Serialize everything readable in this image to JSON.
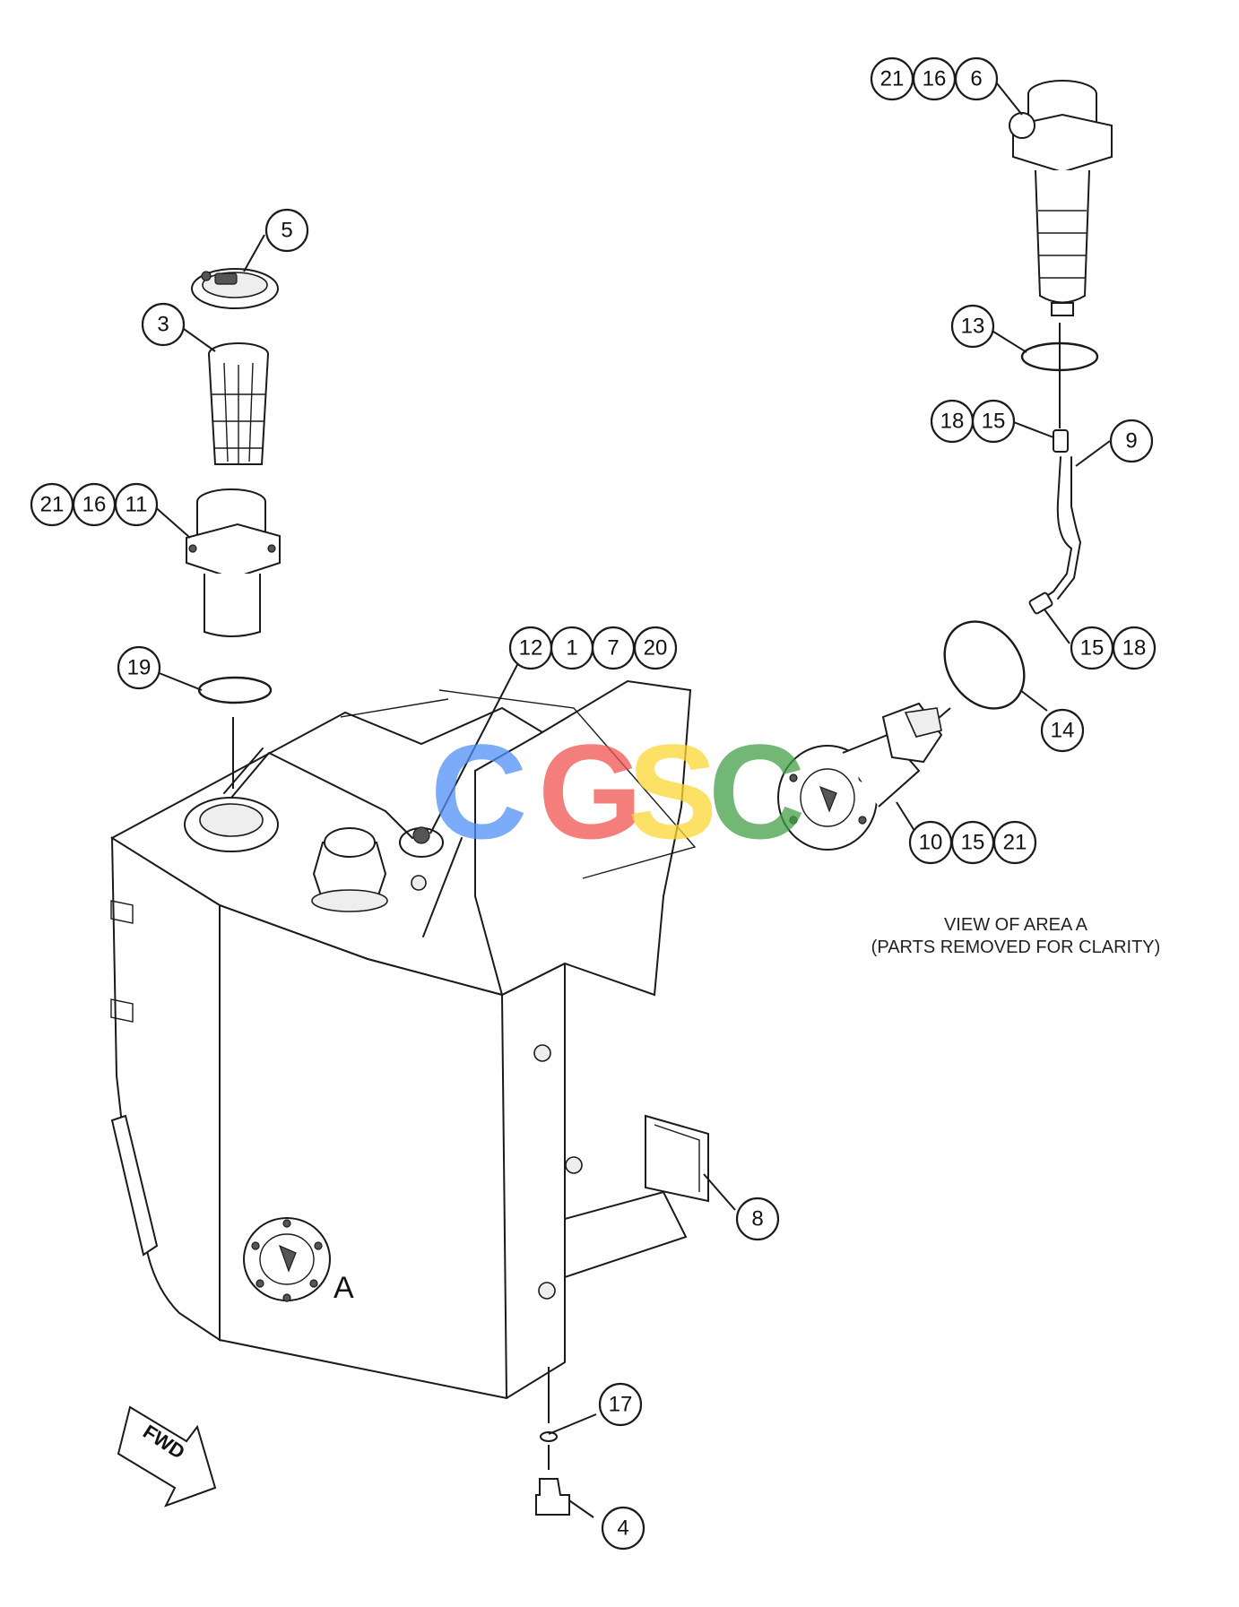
{
  "callouts": {
    "b5": "5",
    "b3": "3",
    "b21a": "21",
    "b16a": "16",
    "b11": "11",
    "b19": "19",
    "b12": "12",
    "b1": "1",
    "b7": "7",
    "b20": "20",
    "b21b": "21",
    "b16b": "16",
    "b6": "6",
    "b13": "13",
    "b18a": "18",
    "b15a": "15",
    "b9": "9",
    "b15b": "15",
    "b18b": "18",
    "b14": "14",
    "b10": "10",
    "b15c": "15",
    "b21c": "21",
    "b8": "8",
    "b17": "17",
    "b4": "4"
  },
  "labels": {
    "area": "A",
    "fwd": "FWD",
    "view_line1": "VIEW OF AREA A",
    "view_line2": "(PARTS REMOVED FOR CLARITY)"
  },
  "watermark": {
    "letters": [
      "C",
      "G",
      "S",
      "C"
    ],
    "colors": [
      "#4f8ff7",
      "#ef5350",
      "#fdd835",
      "#43a047"
    ]
  }
}
